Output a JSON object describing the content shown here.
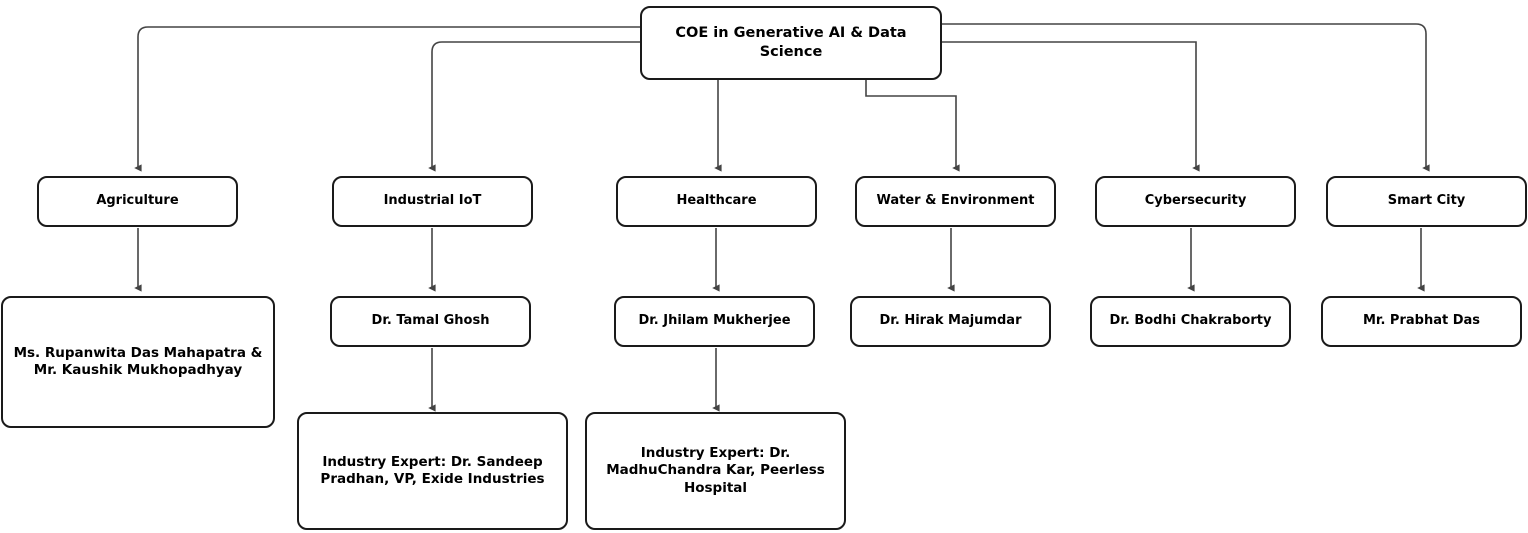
{
  "diagram": {
    "type": "organizational-chart",
    "title_node": {
      "id": "root",
      "label": "COE in Generative AI & Data Science"
    },
    "domains": [
      {
        "id": "agriculture",
        "label": "Agriculture"
      },
      {
        "id": "industrial-iot",
        "label": "Industrial IoT"
      },
      {
        "id": "healthcare",
        "label": "Healthcare"
      },
      {
        "id": "water-environment",
        "label": "Water & Environment"
      },
      {
        "id": "cybersecurity",
        "label": "Cybersecurity"
      },
      {
        "id": "smart-city",
        "label": "Smart City"
      }
    ],
    "leads": [
      {
        "id": "agriculture-lead",
        "label": "Ms. Rupanwita Das Mahapatra & Mr. Kaushik Mukhopadhyay"
      },
      {
        "id": "industrial-iot-lead",
        "label": "Dr. Tamal Ghosh"
      },
      {
        "id": "healthcare-lead",
        "label": "Dr. Jhilam Mukherjee"
      },
      {
        "id": "water-environment-lead",
        "label": "Dr. Hirak Majumdar"
      },
      {
        "id": "cybersecurity-lead",
        "label": "Dr. Bodhi Chakraborty"
      },
      {
        "id": "smart-city-lead",
        "label": "Mr. Prabhat Das"
      }
    ],
    "industry_experts": [
      {
        "id": "industrial-iot-expert",
        "label": "Industry Expert: Dr. Sandeep Pradhan, VP, Exide Industries"
      },
      {
        "id": "healthcare-expert",
        "label": "Industry Expert: Dr. MadhuChandra Kar, Peerless Hospital"
      }
    ],
    "colors": {
      "node_border": "#1a1a1a",
      "node_fill": "#ffffff",
      "connector": "#444444",
      "text": "#000000",
      "background": "#ffffff"
    }
  }
}
